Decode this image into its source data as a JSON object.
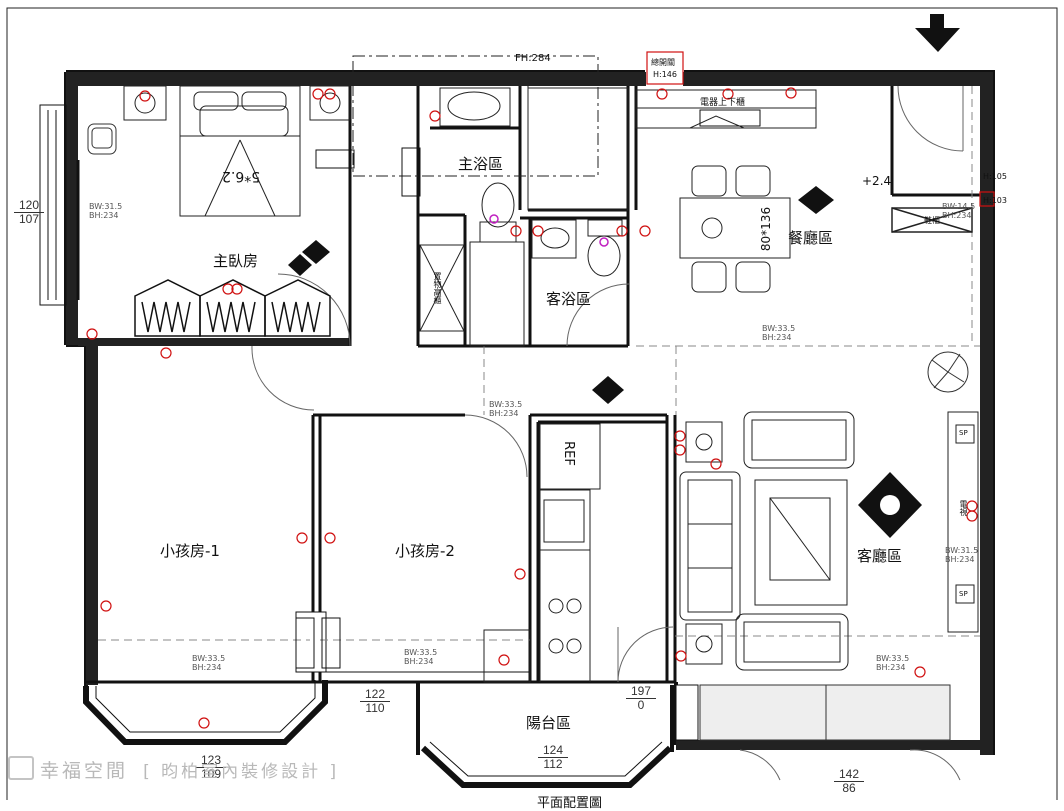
{
  "rooms": {
    "master_bedroom": "主臥房",
    "master_bath": "主浴區",
    "guest_bath": "客浴區",
    "dining": "餐廳區",
    "living": "客廳區",
    "kids_room_1": "小孩房-1",
    "kids_room_2": "小孩房-2",
    "balcony": "陽台區"
  },
  "fixtures": {
    "bed_size": "5*6.2",
    "table_size": "80*136",
    "fridge": "REF",
    "cabinet_label": "電器上下櫃",
    "shoe_cabinet": "鞋櫃",
    "wardrobe": "置物高櫃",
    "tv_label": "電視",
    "sp": "SP",
    "main_switch": "總開關",
    "main_switch_h": "H:146",
    "level": "+2.4",
    "ceiling_fh": "FH:284"
  },
  "wall_notes": [
    {
      "bw": "BW:31.5",
      "bh": "BH:234"
    },
    {
      "bw": "BW:33.5",
      "bh": "BH:234"
    },
    {
      "bw": "BW:14.5",
      "bh": "BH:234"
    }
  ],
  "dimensions": [
    {
      "top": "120",
      "bottom": "107"
    },
    {
      "top": "122",
      "bottom": "110"
    },
    {
      "top": "197",
      "bottom": "0"
    },
    {
      "top": "124",
      "bottom": "112"
    },
    {
      "top": "123",
      "bottom": "109"
    },
    {
      "top": "142",
      "bottom": "86"
    }
  ],
  "side_tags": [
    "H:105",
    "H:103"
  ],
  "watermark": {
    "brand": "幸福空間",
    "company": "[ 昀柏室內裝修設計 ]"
  },
  "footer_title": "平面配置圖"
}
